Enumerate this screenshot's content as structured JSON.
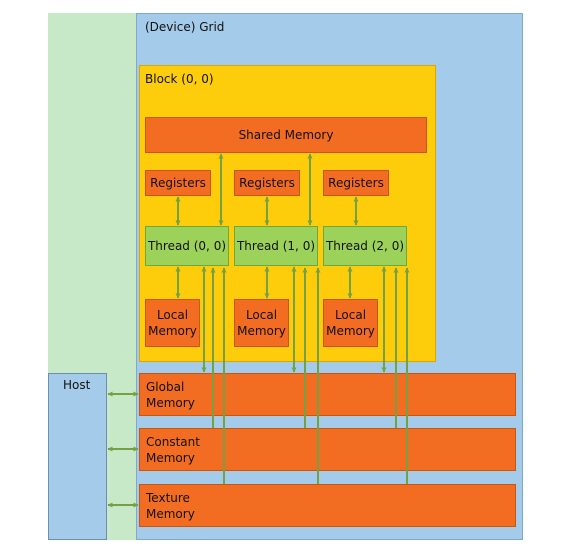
{
  "colors": {
    "host_region": "#c8e9c8",
    "grid": "#a4cbea",
    "block": "#fdcc0a",
    "memory": "#f26c21",
    "thread": "#9cd15a",
    "arrow": "#74a144"
  },
  "grid": {
    "label": "(Device) Grid"
  },
  "block": {
    "label": "Block (0, 0)"
  },
  "shared_memory": {
    "label": "Shared Memory"
  },
  "registers": [
    {
      "label": "Registers"
    },
    {
      "label": "Registers"
    },
    {
      "label": "Registers"
    }
  ],
  "threads": [
    {
      "label": "Thread (0, 0)"
    },
    {
      "label": "Thread (1, 0)"
    },
    {
      "label": "Thread (2, 0)"
    }
  ],
  "local_memory": [
    {
      "line1": "Local",
      "line2": "Memory"
    },
    {
      "line1": "Local",
      "line2": "Memory"
    },
    {
      "line1": "Local",
      "line2": "Memory"
    }
  ],
  "host": {
    "label": "Host"
  },
  "device_memories": [
    {
      "line1": "Global",
      "line2": "Memory"
    },
    {
      "line1": "Constant",
      "line2": "Memory"
    },
    {
      "line1": "Texture",
      "line2": "Memory"
    }
  ]
}
